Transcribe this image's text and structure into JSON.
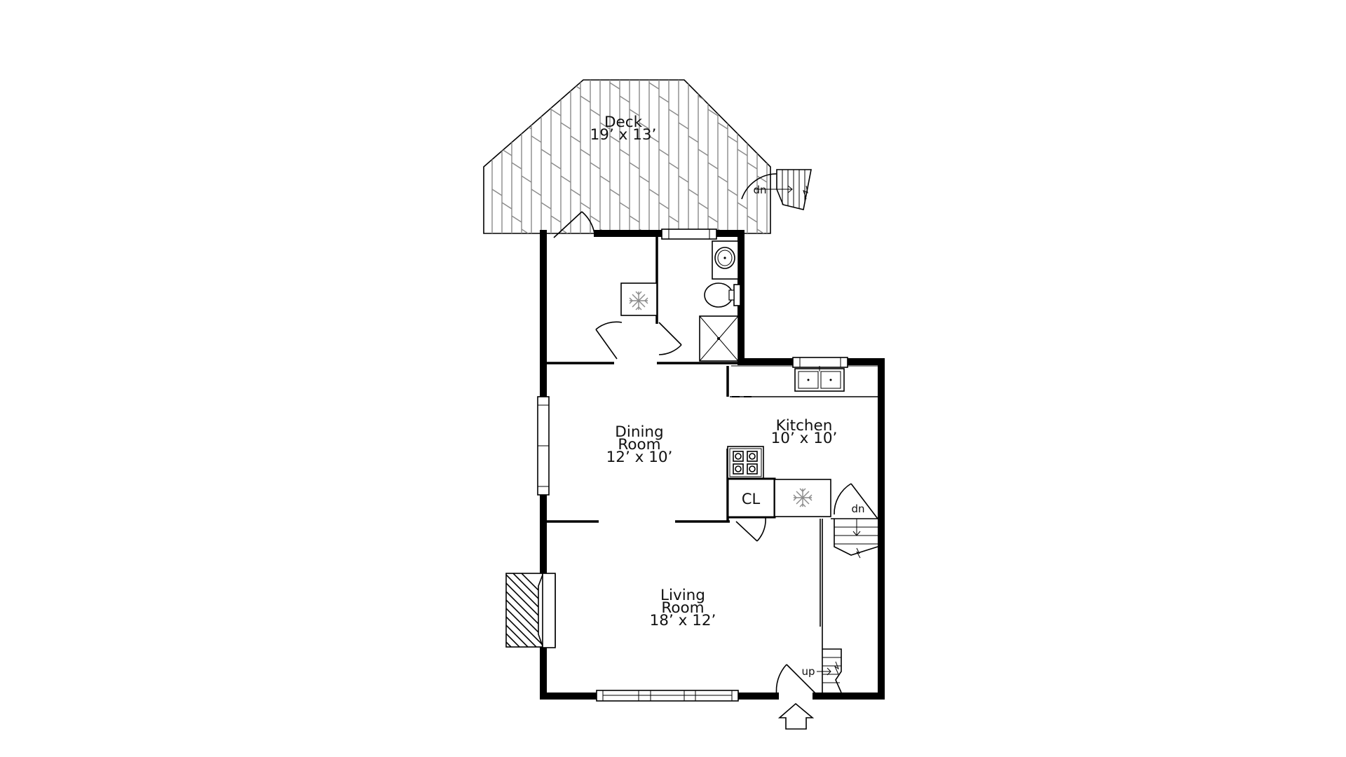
{
  "rooms": {
    "deck": {
      "name": "Deck",
      "size": "19’ x 13’"
    },
    "dining": {
      "name_line1": "Dining",
      "name_line2": "Room",
      "size": "12’ x 10’"
    },
    "kitchen": {
      "name": "Kitchen",
      "size": "10’ x 10’"
    },
    "living": {
      "name_line1": "Living",
      "name_line2": "Room",
      "size": "18’ x 12’"
    },
    "closet": {
      "name": "CL"
    }
  },
  "stairs": {
    "deck_label": "dn",
    "basement_label": "dn",
    "entry_label": "up"
  },
  "colors": {
    "wall": "#000000",
    "deck_hatch": "#8a8a8a",
    "background": "#ffffff"
  },
  "icons": [
    "snowflake-icon",
    "entry-arrow-icon",
    "sink-icon",
    "toilet-icon",
    "stove-icon"
  ]
}
